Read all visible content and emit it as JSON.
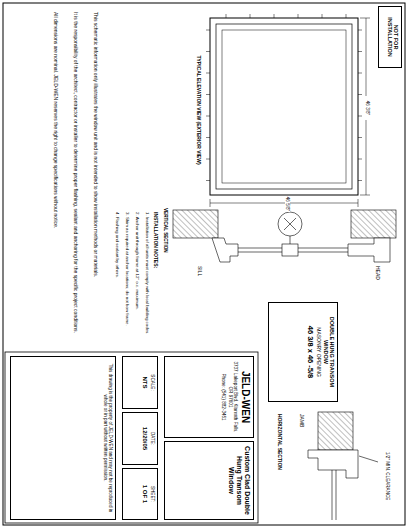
{
  "diagram": {
    "nodes": [
      {
        "text": [
          "JELD-WEN",
          "3737 Lakeport Blvd. Klamath Falls, OR 97601",
          "Phone: (541) 882-3451"
        ]
      },
      {
        "text": [
          "Custom Clad Double Hung Transom Window"
        ]
      },
      {
        "text": [
          "SCALE:",
          "NTS"
        ]
      },
      {
        "text": [
          "DATE:",
          "12/20/05"
        ]
      },
      {
        "text": [
          "SHEET:",
          "1 OF 1"
        ]
      },
      {
        "text": [
          "This drawing is the property of JELD-WEN and may not be reproduced in whole or in part without written permission."
        ]
      },
      {
        "text": [
          "NOT FOR INSTALLATION"
        ]
      },
      {
        "text": [
          "DOUBLE HUNG TRANSOM WINDOW",
          "MASONRY OPENING",
          "46 3/8 x 46 -5/8"
        ]
      }
    ],
    "labels": [
      "46 3/8\"",
      "46 5/8\"",
      "TYPICAL ELEVATION VIEW (EXTERIOR VIEW)",
      "HEAD",
      "SILL",
      "VERTICAL SECTION",
      "1/2\" MIN. CLEARANCE",
      "JAMB",
      "HORIZONTAL SECTION",
      "INSTALLATION NOTES:",
      "1. Installation of all units must comply with local building codes.",
      "2. Anchor unit through frame at 12\" o.c. maximum.",
      "3. Shim as required at anchor locations; do not bow frame.",
      "4. Flashing and sealant by others.",
      "This schematic information only illustrates the window unit and is not intended to show installation methods or materials.",
      "It is the responsibility of the architect, contractor or installer to determine proper flashing, sealant and anchoring for the specific project conditions.",
      "All dimensions are nominal. JELD-WEN reserves the right to change specifications without notice."
    ]
  }
}
